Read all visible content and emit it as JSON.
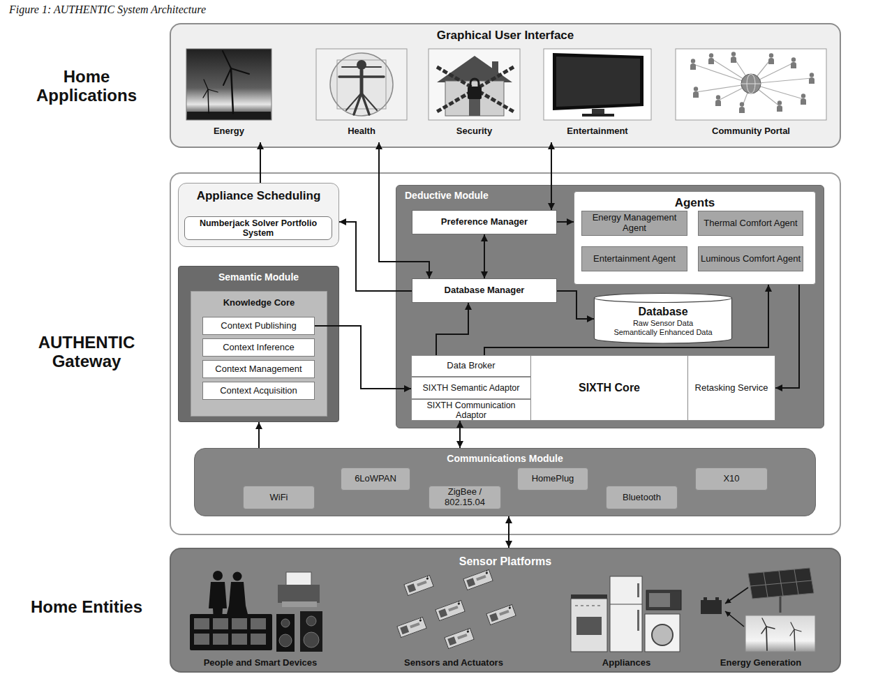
{
  "diagram": {
    "caption": "Figure 1: AUTHENTIC System Architecture",
    "nodes": [
      {
        "text": [
          "Graphical User Interface"
        ]
      },
      {
        "text": [
          "Energy"
        ],
        "in": 0
      },
      {
        "text": [
          "Health"
        ],
        "in": 0
      },
      {
        "text": [
          "Security"
        ],
        "in": 0
      },
      {
        "text": [
          "Entertainment"
        ],
        "in": 0
      },
      {
        "text": [
          "Community Portal"
        ],
        "in": 0
      },
      {
        "text": [
          "AUTHENTIC Gateway"
        ]
      },
      {
        "text": [
          "Appliance Scheduling"
        ],
        "in": 6
      },
      {
        "text": [
          "Numberjack Solver Portfolio System"
        ],
        "in": 7
      },
      {
        "text": [
          "Semantic Module"
        ],
        "in": 6
      },
      {
        "text": [
          "Knowledge Core"
        ],
        "in": 9
      },
      {
        "text": [
          "Context Publishing"
        ],
        "in": 10
      },
      {
        "text": [
          "Context Inference"
        ],
        "in": 10
      },
      {
        "text": [
          "Context Management"
        ],
        "in": 10
      },
      {
        "text": [
          "Context Acquisition"
        ],
        "in": 10
      },
      {
        "text": [
          "Deductive Module"
        ],
        "in": 6
      },
      {
        "text": [
          "Preference Manager"
        ],
        "in": 15
      },
      {
        "text": [
          "Agents"
        ],
        "in": 15
      },
      {
        "text": [
          "Energy Management Agent"
        ],
        "in": 17
      },
      {
        "text": [
          "Thermal Comfort Agent"
        ],
        "in": 17
      },
      {
        "text": [
          "Entertainment Agent"
        ],
        "in": 17
      },
      {
        "text": [
          "Luminous Comfort Agent"
        ],
        "in": 17
      },
      {
        "text": [
          "Database Manager"
        ],
        "in": 15
      },
      {
        "text": [
          "Database",
          "Raw Sensor Data",
          "Semantically Enhanced Data"
        ],
        "in": 15
      },
      {
        "text": [
          "SIXTH Core"
        ],
        "in": 15
      },
      {
        "text": [
          "Data Broker"
        ],
        "in": 24
      },
      {
        "text": [
          "SIXTH Semantic Adaptor"
        ],
        "in": 24
      },
      {
        "text": [
          "SIXTH Communication Adaptor"
        ],
        "in": 24
      },
      {
        "text": [
          "Retasking Service"
        ],
        "in": 24
      },
      {
        "text": [
          "Communications Module"
        ],
        "in": 6
      },
      {
        "text": [
          "6LoWPAN"
        ],
        "in": 29
      },
      {
        "text": [
          "HomePlug"
        ],
        "in": 29
      },
      {
        "text": [
          "X10"
        ],
        "in": 29
      },
      {
        "text": [
          "WiFi"
        ],
        "in": 29
      },
      {
        "text": [
          "ZigBee / 802.15.04"
        ],
        "in": 29
      },
      {
        "text": [
          "Bluetooth"
        ],
        "in": 29
      },
      {
        "text": [
          "Sensor Platforms"
        ]
      },
      {
        "text": [
          "People and Smart Devices"
        ],
        "in": 36
      },
      {
        "text": [
          "Sensors and Actuators"
        ],
        "in": 36
      },
      {
        "text": [
          "Appliances"
        ],
        "in": 36
      },
      {
        "text": [
          "Energy Generation"
        ],
        "in": 36
      }
    ],
    "edges": [
      {
        "from": 7,
        "to": 1,
        "arrow": "to"
      },
      {
        "from": 2,
        "to": 22,
        "arrow": "both"
      },
      {
        "from": 4,
        "to": 16,
        "arrow": "both"
      },
      {
        "from": 16,
        "to": 17,
        "arrow": "to"
      },
      {
        "from": 16,
        "to": 22,
        "arrow": "both"
      },
      {
        "from": 22,
        "to": 7,
        "arrow": "to"
      },
      {
        "from": 22,
        "to": 23,
        "arrow": "to"
      },
      {
        "from": 25,
        "to": 22,
        "arrow": "to"
      },
      {
        "from": 11,
        "to": 26,
        "arrow": "to"
      },
      {
        "from": 25,
        "to": 17,
        "arrow": "to"
      },
      {
        "from": 17,
        "to": 28,
        "arrow": "to"
      },
      {
        "from": 29,
        "to": 9,
        "arrow": "to"
      },
      {
        "from": 29,
        "to": 27,
        "arrow": "both"
      },
      {
        "from": 36,
        "to": 29,
        "arrow": "both"
      }
    ],
    "labels": [
      "Home Applications",
      "Home Entities"
    ]
  }
}
